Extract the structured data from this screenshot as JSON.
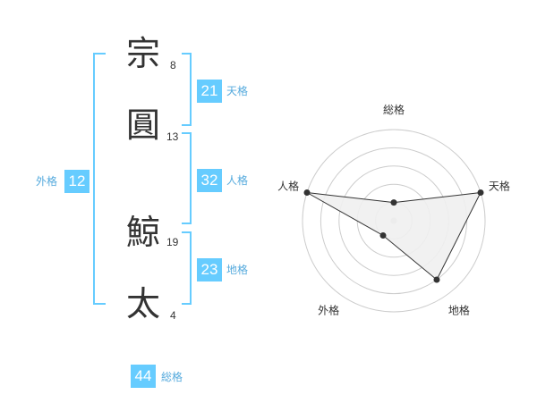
{
  "name": {
    "chars": [
      {
        "char": "宗",
        "strokes": "8"
      },
      {
        "char": "圓",
        "strokes": "13"
      },
      {
        "char": "鯨",
        "strokes": "19"
      },
      {
        "char": "太",
        "strokes": "4"
      }
    ]
  },
  "fortunes": {
    "tenkaku": {
      "value": "21",
      "label": "天格"
    },
    "jinkaku": {
      "value": "32",
      "label": "人格"
    },
    "chikaku": {
      "value": "23",
      "label": "地格"
    },
    "gaikaku": {
      "value": "12",
      "label": "外格"
    },
    "soukaku": {
      "value": "44",
      "label": "総格"
    }
  },
  "radar": {
    "axes": [
      "総格",
      "天格",
      "地格",
      "外格",
      "人格"
    ],
    "levels": 5,
    "values": [
      1,
      5,
      4,
      1,
      5
    ],
    "colors": {
      "ring": "#cccccc",
      "fill": "#efefef",
      "line": "#333333",
      "point": "#333333",
      "center": "#cccccc"
    }
  },
  "colors": {
    "accent": "#66ccff",
    "label": "#55aadd",
    "text": "#333333"
  }
}
